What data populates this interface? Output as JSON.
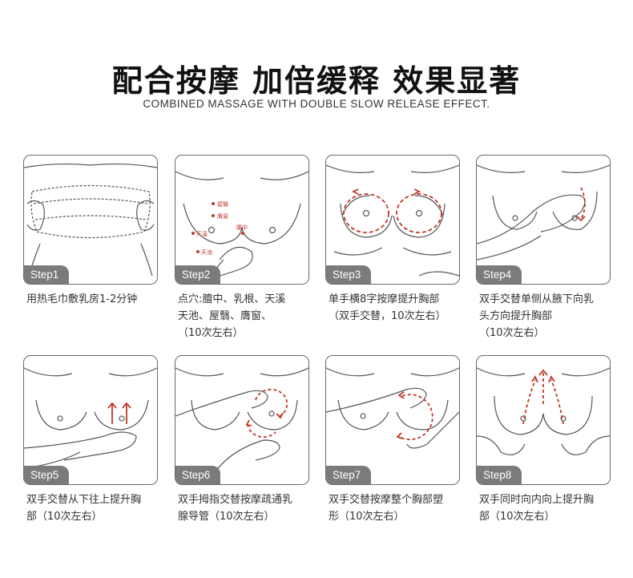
{
  "header": {
    "title": "配合按摩 加倍缓释 效果显著",
    "subtitle": "COMBINED MASSAGE WITH DOUBLE SLOW RELEASE EFFECT."
  },
  "steps": [
    {
      "badge": "Step1",
      "lines": [
        "用热毛巾敷乳房1-2分钟"
      ]
    },
    {
      "badge": "Step2",
      "lines": [
        "点穴:膻中、乳根、天溪",
        "天池、屋翳、膺窗、",
        "（10次左右）"
      ],
      "points": [
        "屋翳",
        "膺窗",
        "天溪",
        "膻中",
        "天池"
      ]
    },
    {
      "badge": "Step3",
      "lines": [
        "单手横8字按摩提升胸部",
        "（双手交替，10次左右）"
      ]
    },
    {
      "badge": "Step4",
      "lines": [
        "双手交替单侧从腋下向乳",
        "头方向提升胸部",
        "（10次左右）"
      ]
    },
    {
      "badge": "Step5",
      "lines": [
        "双手交替从下往上提升胸",
        "部（10次左右）"
      ]
    },
    {
      "badge": "Step6",
      "lines": [
        "双手拇指交替按摩疏通乳",
        "腺导管（10次左右）"
      ]
    },
    {
      "badge": "Step7",
      "lines": [
        "双手交替按摩整个胸部塑",
        "形（10次左右）"
      ]
    },
    {
      "badge": "Step8",
      "lines": [
        "双手同时向内向上提升胸",
        "部（10次左右）"
      ]
    }
  ],
  "colors": {
    "accent": "#c0392b",
    "line": "#555555",
    "badge": "#7b7b7b"
  }
}
